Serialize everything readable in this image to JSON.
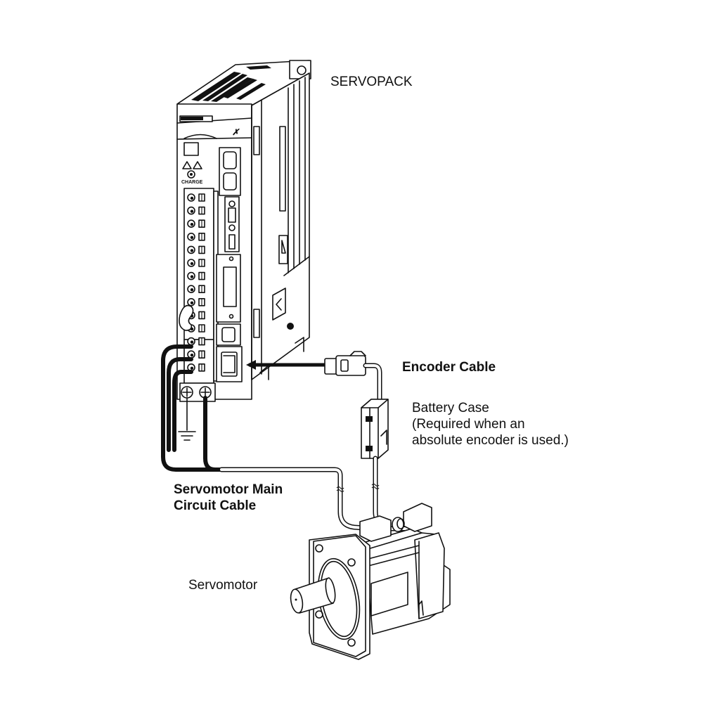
{
  "diagram": {
    "title": "SERVOPACK to Servomotor Connection",
    "labels": {
      "servopack": "SERVOPACK",
      "encoder_cable": "Encoder Cable",
      "battery_case_title": "Battery Case",
      "battery_case_note_line1": "(Required when an",
      "battery_case_note_line2": "absolute encoder is used.)",
      "main_circuit_cable_line1": "Servomotor Main",
      "main_circuit_cable_line2": "Circuit Cable",
      "servomotor": "Servomotor"
    },
    "device_markings": {
      "charge": "CHARGE"
    },
    "components": [
      {
        "id": "servopack",
        "icon": "servo-drive-icon"
      },
      {
        "id": "encoder-cable-connector",
        "icon": "connector-plug-icon"
      },
      {
        "id": "battery-case",
        "icon": "battery-case-icon"
      },
      {
        "id": "servomotor",
        "icon": "motor-icon"
      },
      {
        "id": "ground",
        "icon": "ground-symbol-icon"
      }
    ]
  }
}
